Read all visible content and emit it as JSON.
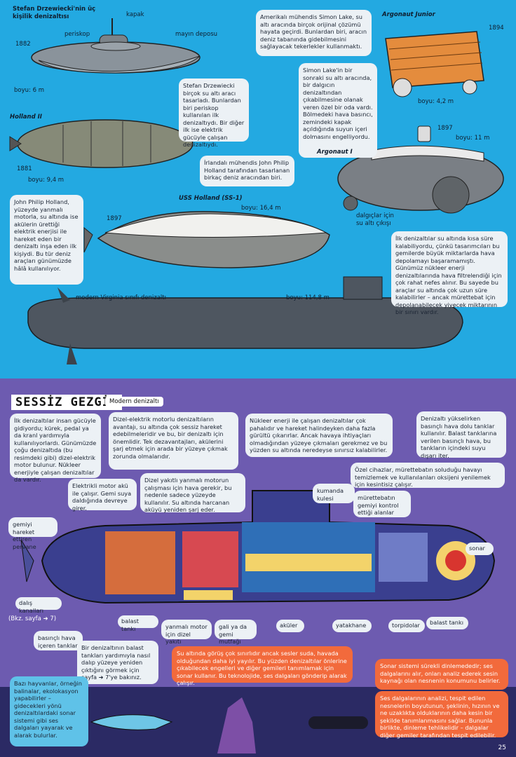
{
  "top": {
    "drzewiecki": {
      "title": "Stefan Drzewiecki'nin üç kişilik denizaltısı",
      "year": "1882",
      "periscope": "periskop",
      "hatch": "kapak",
      "mine": "mayın deposu",
      "length": "boyu: 6 m",
      "desc": "Stefan Drzewiecki birçok su altı aracı tasarladı. Bunlardan biri periskop kullanılan ilk denizaltıydı. Bir diğer ilk ise elektrik gücüyle çalışan denizaltıydı."
    },
    "lake": {
      "desc": "Amerikalı mühendis Simon Lake, su altı aracında birçok orijinal çözümü hayata geçirdi. Bunlardan biri, aracın deniz tabanında gidebilmesini sağlayacak tekerlekler kullanmaktı.",
      "junior": "Argonaut Junior",
      "junior_year": "1894",
      "junior_length": "boyu: 4,2 m",
      "desc2": "Simon Lake'in bir sonraki su altı aracında, bir dalgıcın denizaltından çıkabilmesine olanak veren özel bir oda vardı. Bölmedeki hava basıncı, zemindeki kapak açıldığında suyun içeri dolmasını engelliyordu.",
      "argonaut": "Argonaut I",
      "argonaut_year": "1897",
      "argonaut_length": "boyu: 11 m",
      "divers": "dalgıçlar için su altı çıkışı"
    },
    "holland2": {
      "title": "Holland II",
      "year": "1881",
      "length": "boyu: 9,4 m",
      "desc": "İrlandalı mühendis John Philip Holland tarafından tasarlanan birkaç deniz aracından biri."
    },
    "ussholland": {
      "desc": "John Philip Holland, yüzeyde yanmalı motorla, su altında ise akülerin ürettiği elektrik enerjisi ile hareket eden bir denizaltı inşa eden ilk kişiydi. Bu tür deniz araçları günümüzde hâlâ kullanılıyor.",
      "year": "1897",
      "title": "USS Holland (SS-1)",
      "length": "boyu: 16,4 m"
    },
    "early_box": "İlk denizaltılar su altında kısa süre kalabiliyordu, çünkü tasarımcıları bu gemilerde büyük miktarlarda hava depolamayı başaramamıştı. Günümüz nükleer enerji denizaltılarında hava filtrelendiği için çok rahat nefes alınır. Bu sayede bu araçlar su altında çok uzun süre kalabilirler – ancak mürettebat için depolanabilecek yiyecek miktarının bir sınırı vardır.",
    "virginia": {
      "title": "modern Virginia sınıfı denizaltı",
      "length": "boyu: 114,8 m"
    }
  },
  "bottom": {
    "heading": "SESSİZ GEZGİN",
    "tag": "Modern denizaltı",
    "box1": "İlk denizaltılar insan gücüyle gidiyordu; kürek, pedal ya da kranl yardımıyla kullanılıyorlardı. Günümüzde çoğu denizaltıda (bu resimdeki gibi) dizel-elektrik motor bulunur. Nükleer enerjiyle çalışan denizaltılar da vardır.",
    "box2": "Dizel-elektrik motorlu denizaltıların avantajı, su altında çok sessiz hareket edebilmeleridir ve bu, bir denizaltı için önemlidir. Tek dezavantajları, akülerini şarj etmek için arada bir yüzeye çıkmak zorunda olmalarıdır.",
    "box3": "Nükleer enerji ile çalışan denizaltılar çok pahalıdır ve hareket halindeyken daha fazla gürültü çıkarırlar. Ancak havaya ihtiyaçları olmadığından yüzeye çıkmaları gerekmez ve bu yüzden su altında neredeyse sınırsız kalabilirler.",
    "box4": "Denizaltı yükselirken basınçlı hava dolu tanklar kullanılır. Balast tanklarına verilen basınçlı hava, bu tankların içindeki suyu dışarı iter.",
    "box5": "Özel cihazlar, mürettebatın soluduğu havayı temizlemek ve kullanılanları oksijeni yenilemek için kesintisiz çalışır.",
    "box6": "Elektrikli motor akü ile çalışır. Gemi suya daldığında devreye girer.",
    "box7": "Dizel yakıtlı yanmalı motorun çalışması için hava gerekir, bu nedenle sadece yüzeyde kullanılır. Su altında harcanan aküyü yeniden şarj eder.",
    "labels": {
      "kumanda": "kumanda kulesi",
      "murettebat": "mürettebatın gemiyi kontrol ettiği alanlar",
      "pervane": "gemiyi hareket ettiren pervane",
      "sonar": "sonar",
      "dalis": "dalış kanalları",
      "bkz": "(Bkz. sayfa ➜ 7)",
      "basincli": "basınçlı hava içeren tanklar",
      "balast1": "balast tankı",
      "yanmali": "yanmalı motor için dizel yakıtı",
      "gali": "gali ya da gemi mutfağı",
      "aku": "aküler",
      "yatak": "yatakhane",
      "torpido": "torpidolar",
      "balast2": "balast tankı"
    },
    "box8": "Bir denizaltının balast tankları yardımıyla nasıl dalıp yüzeye yeniden çıktığını görmek için sayfa ➜ 7'ye bakınız.",
    "obox1": "Su altında görüş çok sınırlıdır ancak sesler suda, havada olduğundan daha iyi yayılır. Bu yüzden denizaltılar önlerine çıkabilecek engelleri ve diğer gemileri tanımlamak için sonar kullanır. Bu teknolojide, ses dalgaları gönderip alarak çalışır.",
    "obox2": "Sonar sistemi sürekli dinlemededir; ses dalgalarını alır, onları analiz ederek sesin kaynağı olan nesnenin konumunu belirler.",
    "obox3": "Ses dalgalarının analizi, tespit edilen nesnelerin boyutunun, şeklinin, hızının ve ne uzaklıkta olduklarının daha kesin bir şekilde tanımlanmasını sağlar. Bununla birlikte, dinleme tehlikelidir – dalgalar diğer gemiler tarafından tespit edilebilir.",
    "whale_box": "Bazı hayvanlar, örneğin balinalar, ekolokasyon yapabilirler – gidecekleri yönü denizaltılardaki sonar sistemi gibi ses dalgaları yayarak ve alarak bulurlar.",
    "page": "25"
  }
}
